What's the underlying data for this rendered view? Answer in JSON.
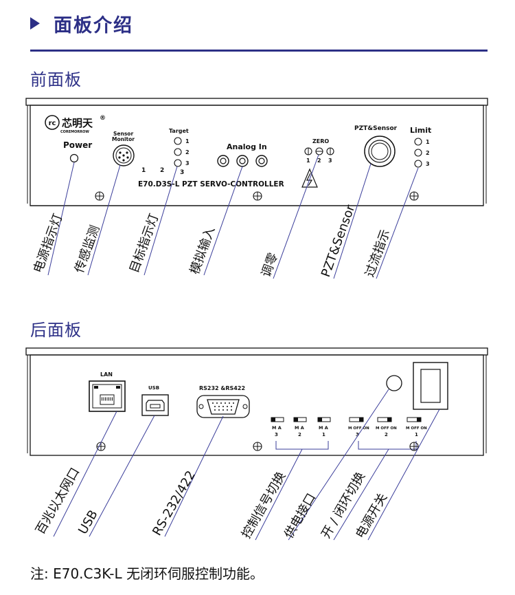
{
  "header": {
    "title": "面板介绍"
  },
  "front": {
    "title": "前面板",
    "logo_name": "芯明天",
    "reg_mark": "®",
    "logo_sub": "COREMORROW",
    "power": "Power",
    "sensor_monitor_1": "Sensor",
    "sensor_monitor_2": "Monitor",
    "target": "Target",
    "target_nums": [
      "1",
      "2",
      "3"
    ],
    "bottom_nums": [
      "1",
      "2",
      "3"
    ],
    "analog_in": "Analog In",
    "zero": "ZERO",
    "zero_nums": [
      "1",
      "2",
      "3"
    ],
    "pzt_sensor": "PZT&Sensor",
    "limit": "Limit",
    "limit_nums": [
      "1",
      "2",
      "3"
    ],
    "model": "E70.D3S-L PZT SERVO-CONTROLLER",
    "callouts": [
      "电源指示灯",
      "传感监测",
      "目标指示灯",
      "模拟输入",
      "调零",
      "PZT&Sensor",
      "过流指示"
    ]
  },
  "rear": {
    "title": "后面板",
    "lan": "LAN",
    "usb": "USB",
    "rs": "RS232 &RS422",
    "ma": "M  A",
    "ma_nums": [
      "3",
      "2",
      "1"
    ],
    "offon": "M OFF ON",
    "offon_nums": [
      "3",
      "2",
      "1"
    ],
    "callouts": [
      "百兆以太网口",
      "USB",
      "RS-232/422",
      "控制信号切换",
      "供电接口",
      "开 / 闭环切换",
      "电源开关"
    ]
  },
  "note": "注: E70.C3K-L 无闭环伺服控制功能。"
}
